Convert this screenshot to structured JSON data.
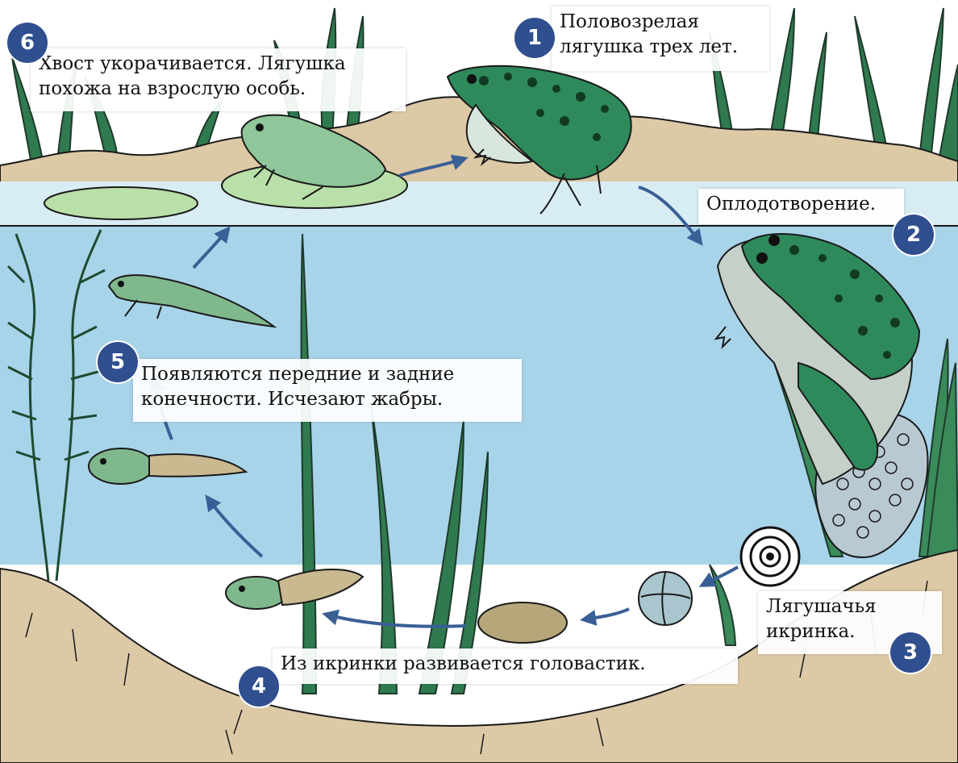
{
  "stages": [
    {
      "number": "1",
      "lines": [
        "Половозрелая",
        "лягушка трех лет."
      ]
    },
    {
      "number": "2",
      "lines": [
        "Оплодотворение."
      ]
    },
    {
      "number": "3",
      "lines": [
        "Лягушачья",
        "икринка."
      ]
    },
    {
      "number": "4",
      "lines": [
        "Из икринки развивается головастик."
      ]
    },
    {
      "number": "5",
      "lines": [
        "Появляются передние и задние",
        "конечности. Исчезают жабры."
      ]
    },
    {
      "number": "6",
      "lines": [
        "Хвост укорачивается. Лягушка",
        "похожа на взрослую особь."
      ]
    }
  ],
  "colors": {
    "water": "#a8d4ea",
    "water_surface": "#d8ecf4",
    "ground": "#dcc9a6",
    "frog_green": "#2e8a5a",
    "frog_spots": "#123a22",
    "plant": "#2f7a4f",
    "arrow": "#3a5f95",
    "badge": "#2f4f8f"
  }
}
